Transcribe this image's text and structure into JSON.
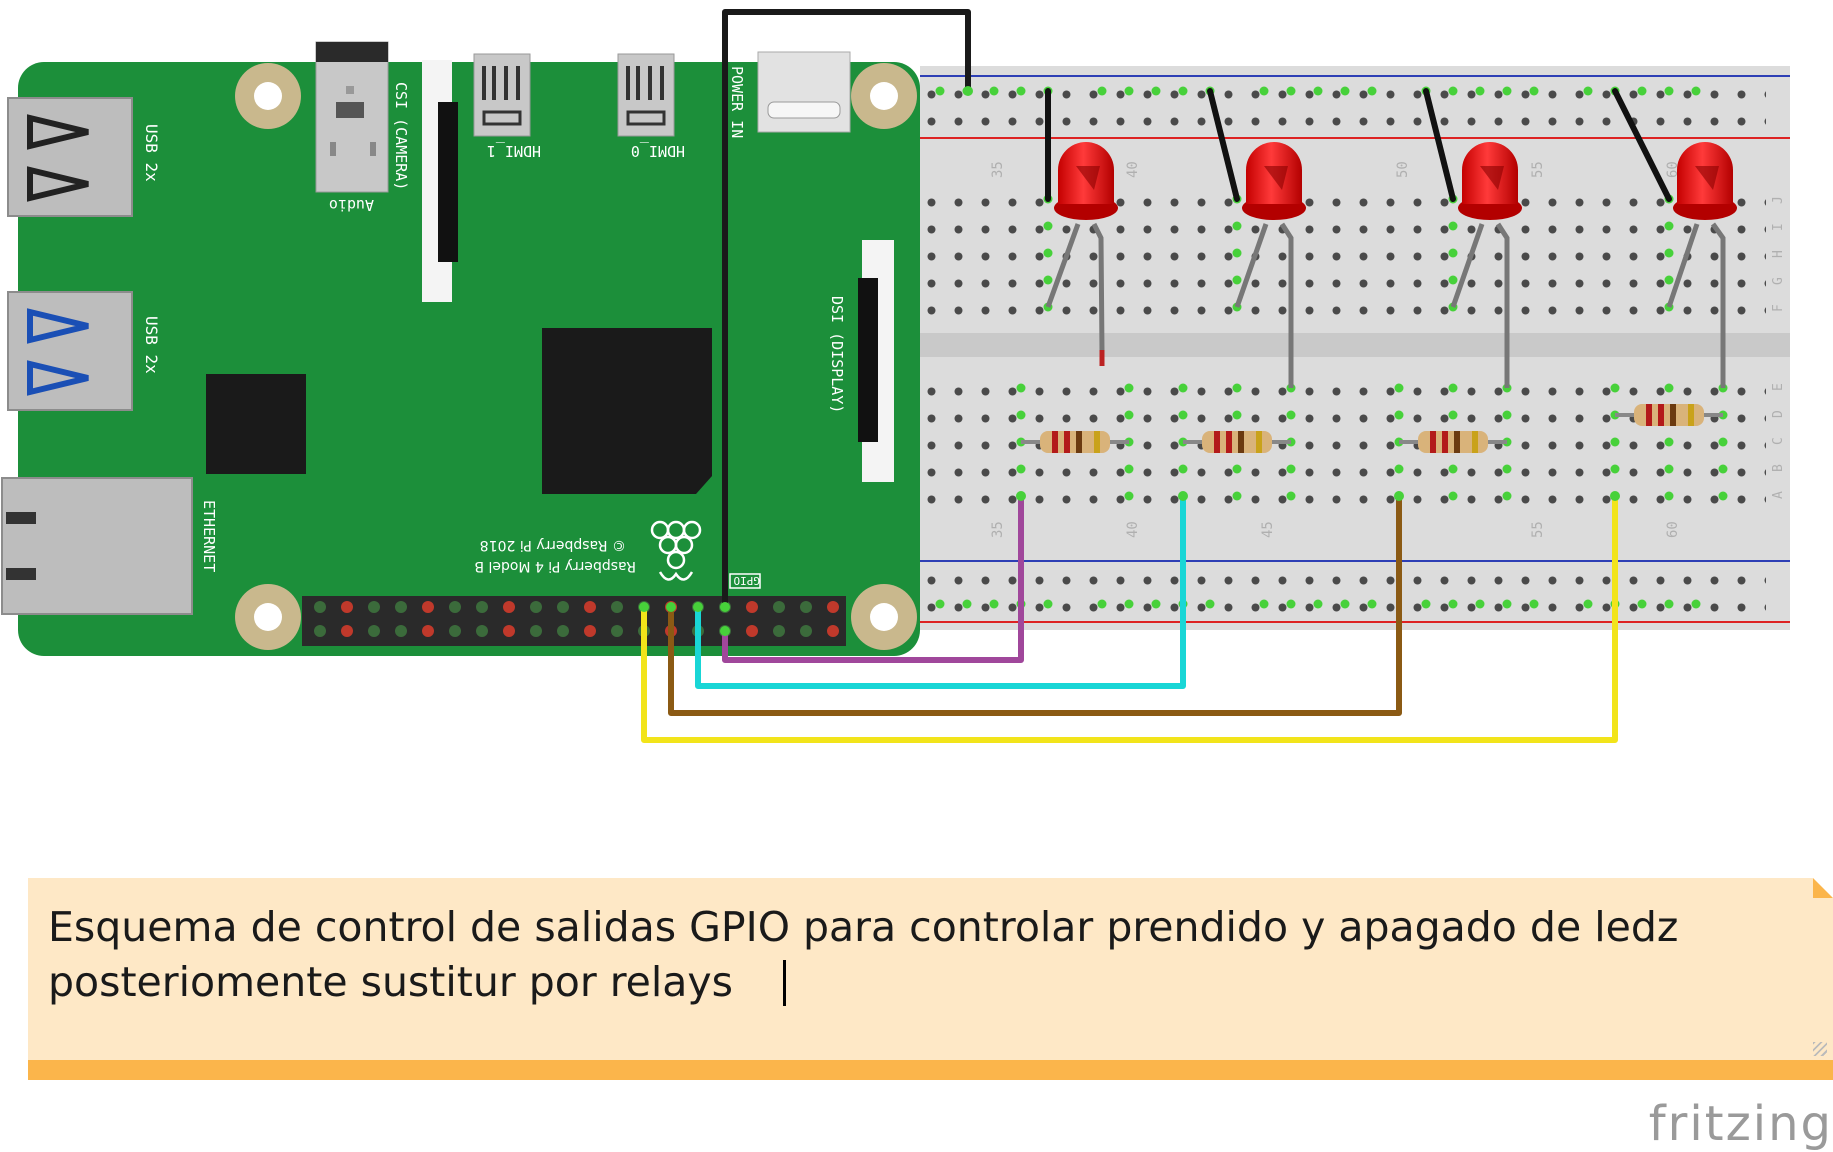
{
  "board": {
    "usb_label_1": "USB 2x",
    "usb_label_2": "USB 2x",
    "ethernet_label": "ETHERNET",
    "audio_label": "Audio",
    "csi_label": "CSI (CAMERA)",
    "hdmi1_label": "HDMI_1",
    "hdmi0_label": "HDMI_0",
    "power_label": "POWER IN",
    "dsi_label": "DSI (DISPLAY)",
    "brand_line1": "Raspberry Pi 4 Model B",
    "brand_line2": "© Raspberry Pi 2018",
    "gpio_label": "GPIO"
  },
  "breadboard": {
    "top_numbers": [
      "35",
      "40",
      "50",
      "55",
      "60"
    ],
    "bottom_numbers": [
      "35",
      "40",
      "45",
      "55",
      "60"
    ],
    "row_letters_top": [
      "J",
      "I",
      "H",
      "G",
      "F"
    ],
    "row_letters_bottom": [
      "E",
      "D",
      "C",
      "B",
      "A"
    ]
  },
  "wire_colors": {
    "power": "#1a1a1a",
    "led1": "#a0479b",
    "led2": "#19d6d6",
    "led3": "#8b5a14",
    "led4": "#f2e41a"
  },
  "note": {
    "text": "Esquema de control de salidas GPIO para controlar prendido y apagado de ledz\nposteriomente sustitur por relays"
  },
  "brand": "fritzing"
}
